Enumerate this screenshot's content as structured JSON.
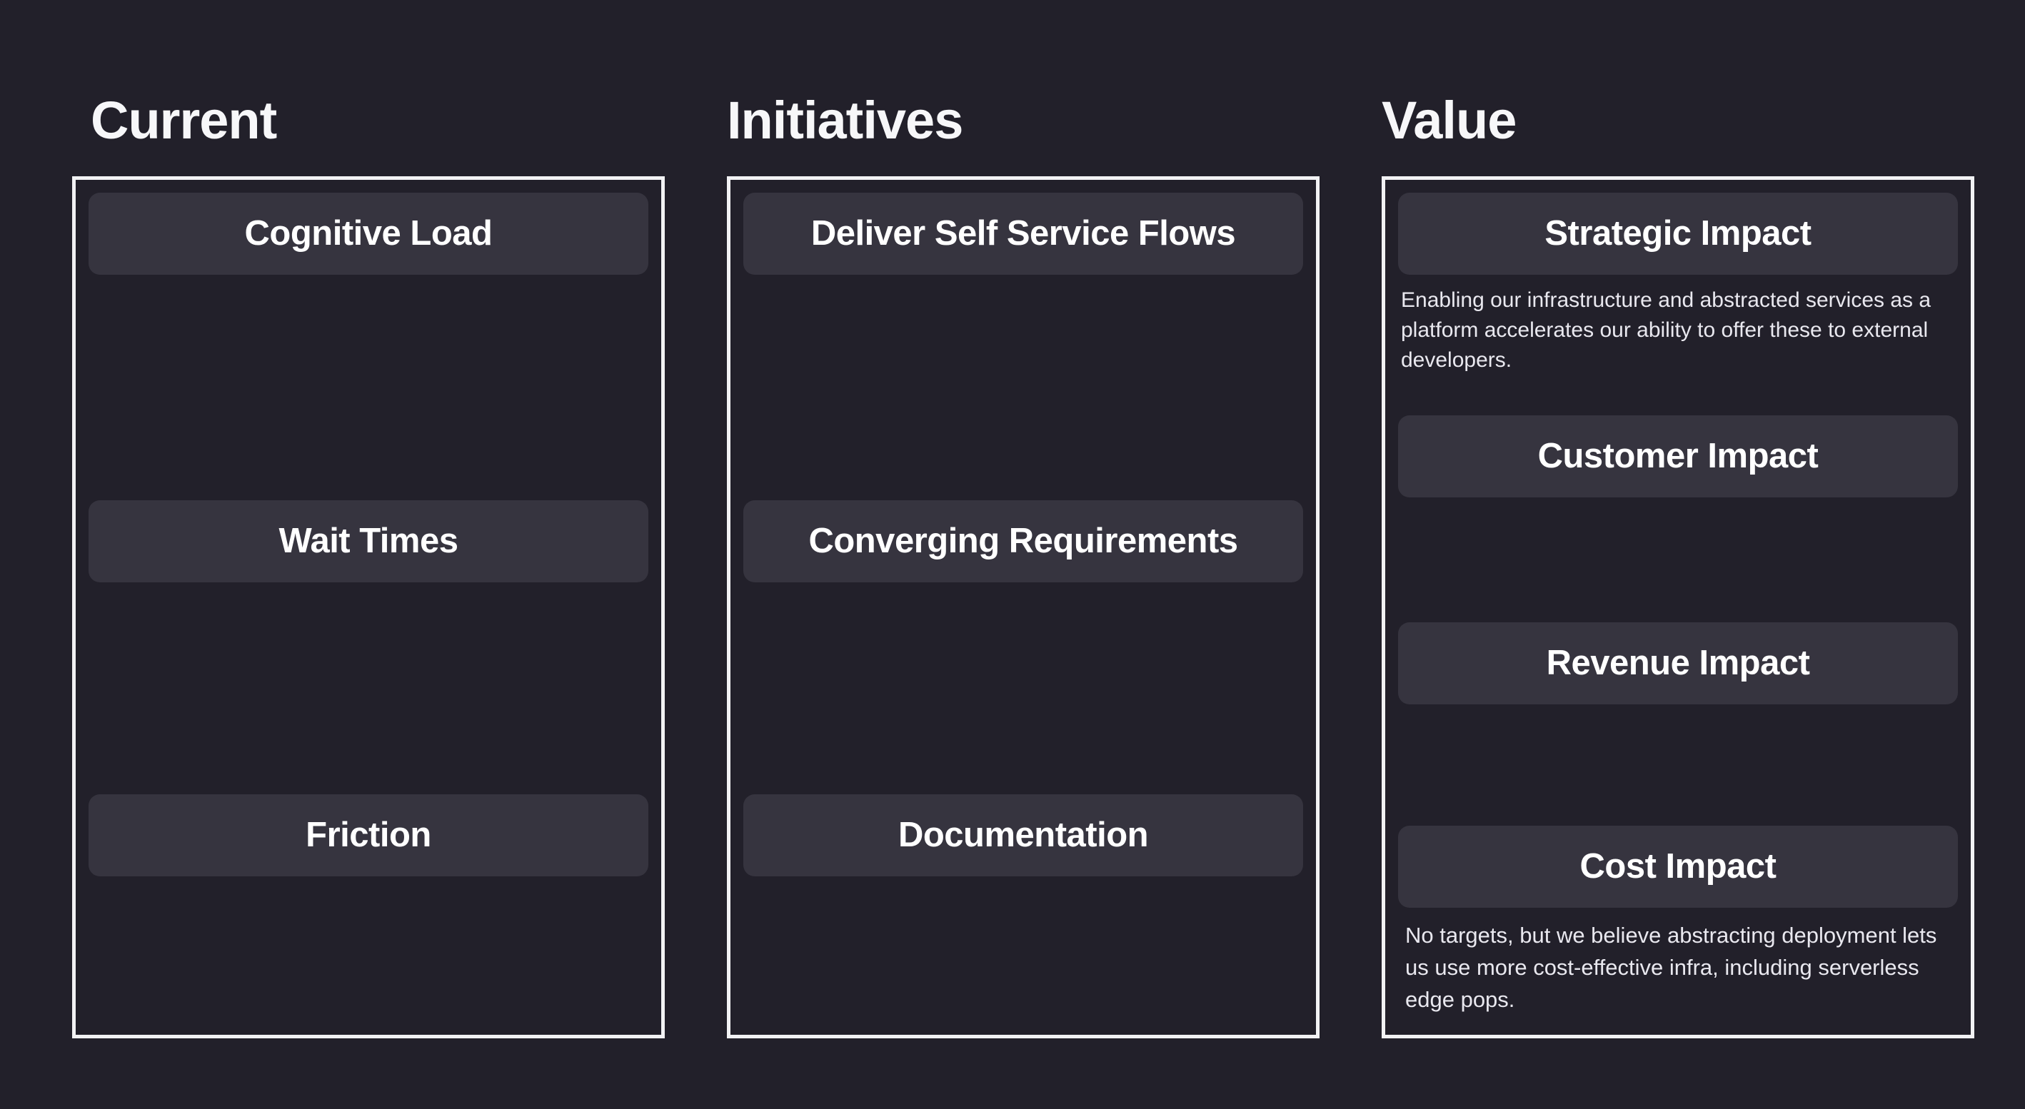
{
  "colors": {
    "background": "#22202a",
    "panel_border": "#f2f2f4",
    "card_fill": "#36343f",
    "card_text": "#ffffff",
    "title_text": "#f7f7f9",
    "description_text": "#e9e8ef"
  },
  "columns": [
    {
      "title": "Current",
      "cards": [
        {
          "label": "Cognitive Load"
        },
        {
          "label": "Wait Times"
        },
        {
          "label": "Friction"
        }
      ]
    },
    {
      "title": "Initiatives",
      "cards": [
        {
          "label": "Deliver Self Service Flows"
        },
        {
          "label": "Converging Requirements"
        },
        {
          "label": "Documentation"
        }
      ]
    },
    {
      "title": "Value",
      "cards": [
        {
          "label": "Strategic Impact",
          "description": "Enabling our infrastructure and abstracted services as a platform accelerates our ability to offer these to external developers."
        },
        {
          "label": "Customer Impact"
        },
        {
          "label": "Revenue Impact"
        },
        {
          "label": "Cost Impact",
          "description": "No targets, but we believe abstracting deployment lets us use more cost-effective infra, including serverless edge pops."
        }
      ]
    }
  ]
}
